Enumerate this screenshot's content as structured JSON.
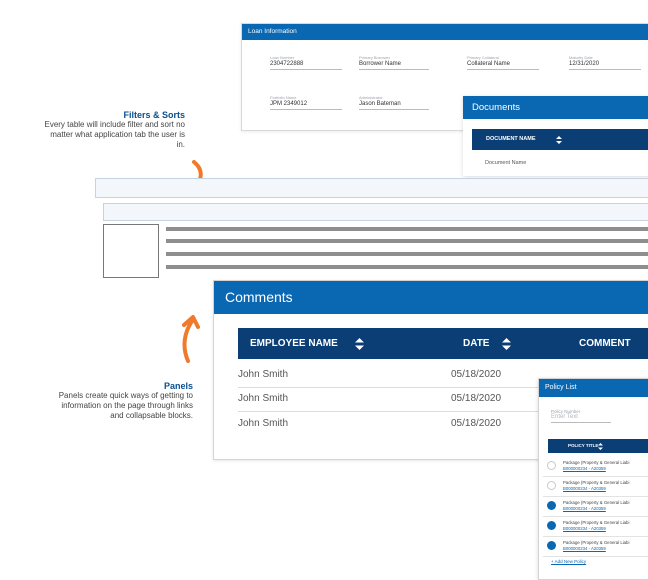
{
  "loan": {
    "title": "Loan Information",
    "fields": [
      {
        "label": "Loan Number",
        "value": "2304722888"
      },
      {
        "label": "Primary Borrower",
        "value": "Borrower Name"
      },
      {
        "label": "Primary Collateral",
        "value": "Collateral Name"
      },
      {
        "label": "Maturity Date",
        "value": "12/31/2020"
      },
      {
        "label": "Portfolio Name",
        "value": "JPM 2349012"
      },
      {
        "label": "Administrator",
        "value": "Jason Bateman"
      }
    ]
  },
  "documents": {
    "title": "Documents",
    "column": "DOCUMENT NAME",
    "row": "Document Name"
  },
  "callouts": {
    "filters_title": "Filters & Sorts",
    "filters_text": "Every table will include filter and sort no matter what application  tab the user is in.",
    "panels_title": "Panels",
    "panels_text": "Panels create quick ways of getting to information on the page through links and collapsable blocks."
  },
  "comments": {
    "title": "Comments",
    "columns": [
      "EMPLOYEE NAME",
      "DATE",
      "COMMENT"
    ],
    "rows": [
      {
        "name": "John Smith",
        "date": "05/18/2020"
      },
      {
        "name": "John Smith",
        "date": "05/18/2020"
      },
      {
        "name": "John Smith",
        "date": "05/18/2020"
      }
    ]
  },
  "policy": {
    "title": "Policy List",
    "field_label": "Policy Number",
    "field_placeholder": "Enter Text",
    "column": "POLICY TITLE",
    "rows": [
      {
        "title": "Package (Property & General Liabi",
        "id": "B000000234 - A20359",
        "checked": false
      },
      {
        "title": "Package (Property & General Liabi",
        "id": "B000000234 - A20359",
        "checked": false
      },
      {
        "title": "Package (Property & General Liabi",
        "id": "B000000234 - A20359",
        "checked": true
      },
      {
        "title": "Package (Property & General Liabi",
        "id": "B000000234 - A20359",
        "checked": true
      },
      {
        "title": "Package (Property & General Liabi",
        "id": "B000000234 - A20359",
        "checked": true
      }
    ],
    "add_link": "+ Add New Policy"
  },
  "colors": {
    "accent": "#0a67b2",
    "header_dark": "#0b3e74",
    "arrow": "#f07a2c",
    "callout_title": "#0a4f8f"
  }
}
